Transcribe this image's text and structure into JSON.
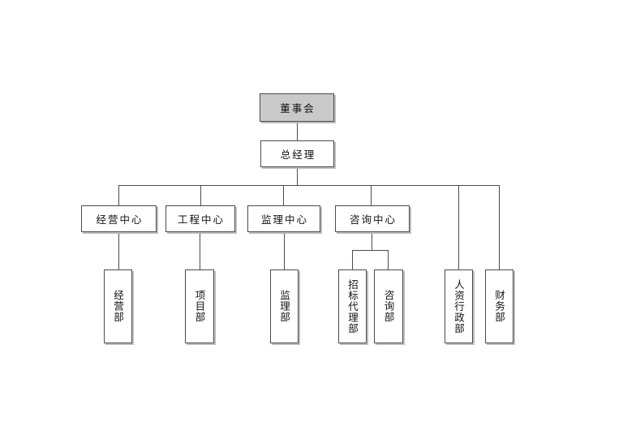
{
  "org_chart": {
    "type": "organization-chart",
    "nodes": {
      "board": {
        "label": "董事会",
        "level": 1
      },
      "gm": {
        "label": "总经理",
        "level": 2
      },
      "center_ops": {
        "label": "经营中心",
        "level": 3
      },
      "center_eng": {
        "label": "工程中心",
        "level": 3
      },
      "center_sup": {
        "label": "监理中心",
        "level": 3
      },
      "center_consult": {
        "label": "咨询中心",
        "level": 3
      },
      "dept_ops": {
        "label": "经营部",
        "level": 4,
        "orientation": "vertical"
      },
      "dept_project": {
        "label": "项目部",
        "level": 4,
        "orientation": "vertical"
      },
      "dept_sup": {
        "label": "监理部",
        "level": 4,
        "orientation": "vertical"
      },
      "dept_bidding": {
        "label": "招标代理部",
        "level": 4,
        "orientation": "vertical"
      },
      "dept_consult": {
        "label": "咨询部",
        "level": 4,
        "orientation": "vertical"
      },
      "dept_hr_admin": {
        "label": "人资行政部",
        "level": 4,
        "orientation": "vertical"
      },
      "dept_finance": {
        "label": "财务部",
        "level": 4,
        "orientation": "vertical"
      }
    },
    "edges": [
      {
        "from": "董事会",
        "to": "总经理"
      },
      {
        "from": "总经理",
        "to": "经营中心"
      },
      {
        "from": "总经理",
        "to": "工程中心"
      },
      {
        "from": "总经理",
        "to": "监理中心"
      },
      {
        "from": "总经理",
        "to": "咨询中心"
      },
      {
        "from": "总经理",
        "to": "人资行政部"
      },
      {
        "from": "总经理",
        "to": "财务部"
      },
      {
        "from": "经营中心",
        "to": "经营部"
      },
      {
        "from": "工程中心",
        "to": "项目部"
      },
      {
        "from": "监理中心",
        "to": "监理部"
      },
      {
        "from": "咨询中心",
        "to": "招标代理部"
      },
      {
        "from": "咨询中心",
        "to": "咨询部"
      }
    ],
    "colors": {
      "background": "#ffffff",
      "box_fill": "#ffffff",
      "board_fill": "#c9c9c9",
      "border": "#4c4c4c",
      "connector": "#4c4c4c",
      "shadow": "#bdbdbd",
      "text": "#111111"
    }
  }
}
